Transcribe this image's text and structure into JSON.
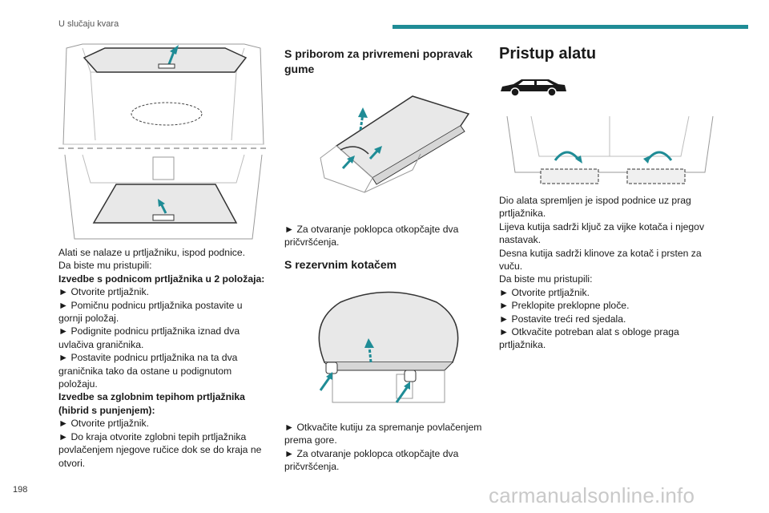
{
  "header": {
    "section": "U slučaju kvara"
  },
  "footer": {
    "page_number": "198",
    "watermark": "carmanualsonline.info"
  },
  "colors": {
    "accent": "#1f8c96",
    "arrow": "#1f8c96"
  },
  "left": {
    "paragraphs": [
      {
        "text": "Alati se nalaze u prtljažniku, ispod podnice.",
        "bold": false
      },
      {
        "text": "Da biste mu pristupili:",
        "bold": false
      },
      {
        "text": "Izvedbe s podnicom prtljažnika u 2 položaja:",
        "bold": true
      },
      {
        "text": "► Otvorite prtljažnik.",
        "bold": false
      },
      {
        "text": "► Pomičnu podnicu prtljažnika postavite u gornji položaj.",
        "bold": false
      },
      {
        "text": "► Podignite podnicu prtljažnika iznad dva uvlačiva graničnika.",
        "bold": false
      },
      {
        "text": "► Postavite podnicu prtljažnika na ta dva graničnika tako da ostane u podignutom položaju.",
        "bold": false
      },
      {
        "text": "Izvedbe sa zglobnim tepihom prtljažnika (hibrid s punjenjem):",
        "bold": true
      },
      {
        "text": "► Otvorite prtljažnik.",
        "bold": false
      },
      {
        "text": "► Do kraja otvorite zglobni tepih prtljažnika povlačenjem njegove ručice dok se do kraja ne otvori.",
        "bold": false
      }
    ]
  },
  "middle": {
    "section1": {
      "heading": "S priborom za privremeni popravak gume",
      "steps": [
        "► Za otvaranje poklopca otkopčajte dva pričvršćenja."
      ]
    },
    "section2": {
      "heading": "S rezervnim kotačem",
      "steps": [
        "► Otkvačite kutiju za spremanje povlačenjem prema gore.",
        "► Za otvaranje poklopca otkopčajte dva pričvršćenja."
      ]
    }
  },
  "right": {
    "heading": "Pristup alatu",
    "paragraphs": [
      "Dio alata spremljen je ispod podnice uz prag prtljažnika.",
      "Lijeva kutija sadrži ključ za vijke kotača i njegov nastavak.",
      "Desna kutija sadrži klinove za kotač i prsten za vuču.",
      "Da biste mu pristupili:",
      "► Otvorite prtljažnik.",
      "► Preklopite preklopne ploče.",
      "► Postavite treći red sjedala.",
      "► Otkvačite potreban alat s obloge praga prtljažnika."
    ]
  }
}
